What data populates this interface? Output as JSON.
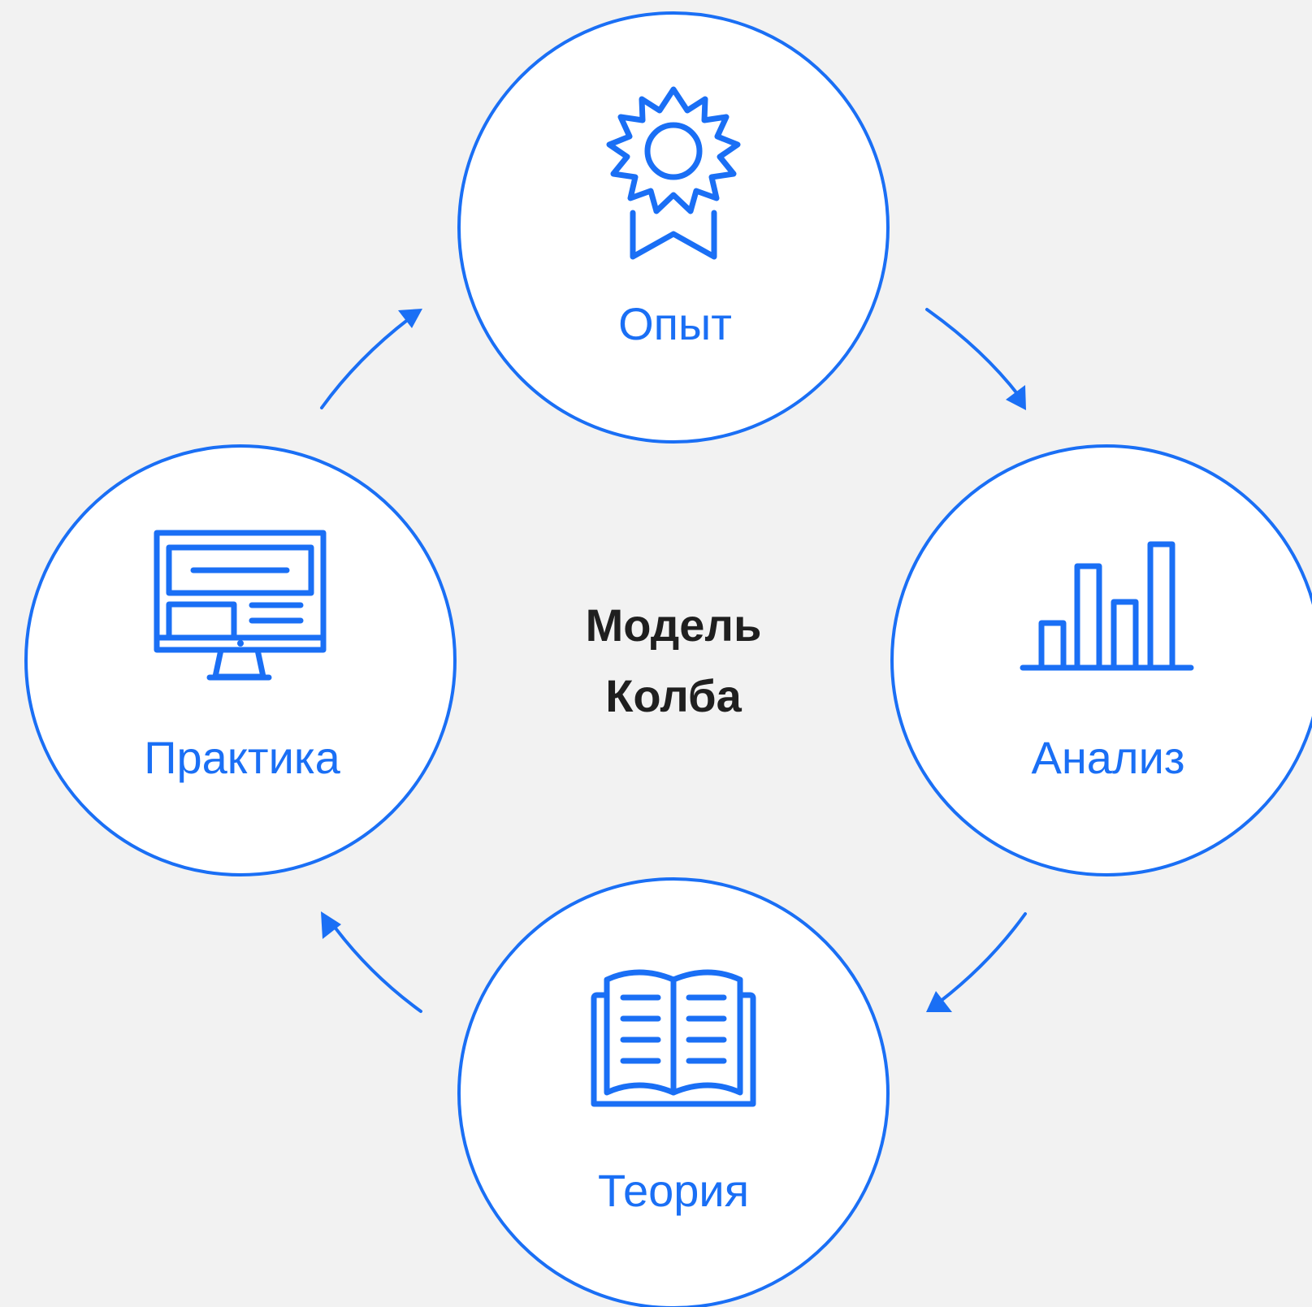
{
  "title": {
    "line1": "Модель",
    "line2": "Колба"
  },
  "nodes": {
    "experience": {
      "label": "Опыт",
      "icon": "award-ribbon-icon"
    },
    "analysis": {
      "label": "Анализ",
      "icon": "bar-chart-icon"
    },
    "theory": {
      "label": "Теория",
      "icon": "open-book-icon"
    },
    "practice": {
      "label": "Практика",
      "icon": "computer-monitor-icon"
    }
  },
  "cycle_order": [
    "Опыт",
    "Анализ",
    "Теория",
    "Практика"
  ],
  "colors": {
    "accent": "#1a6ff5",
    "background": "#f2f2f2",
    "node_fill": "#ffffff",
    "title_text": "#1f1f1f"
  }
}
